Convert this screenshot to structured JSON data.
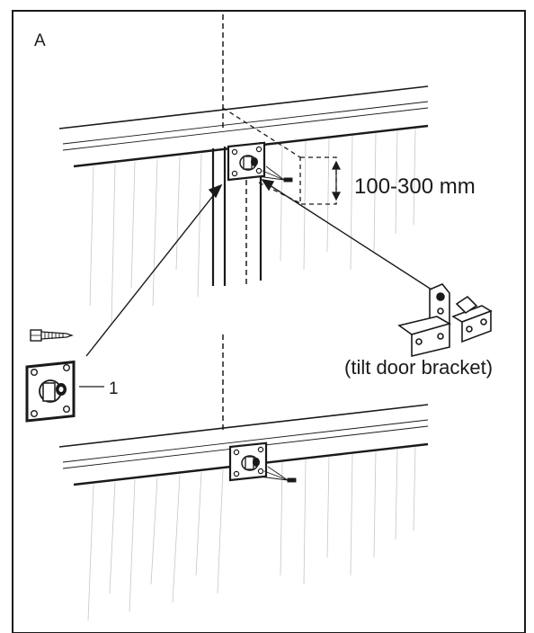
{
  "panel_label": "A",
  "dimension_label": "100-300 mm",
  "part_label": "(tilt door bracket)",
  "callout_number": "1",
  "icons": [
    "screw-icon",
    "bracket-plate-icon",
    "tilt-door-bracket-icon",
    "arrow-icon"
  ],
  "colors": {
    "line": "#1a1a1a",
    "light_line": "#bdbdbd",
    "background": "#ffffff"
  }
}
